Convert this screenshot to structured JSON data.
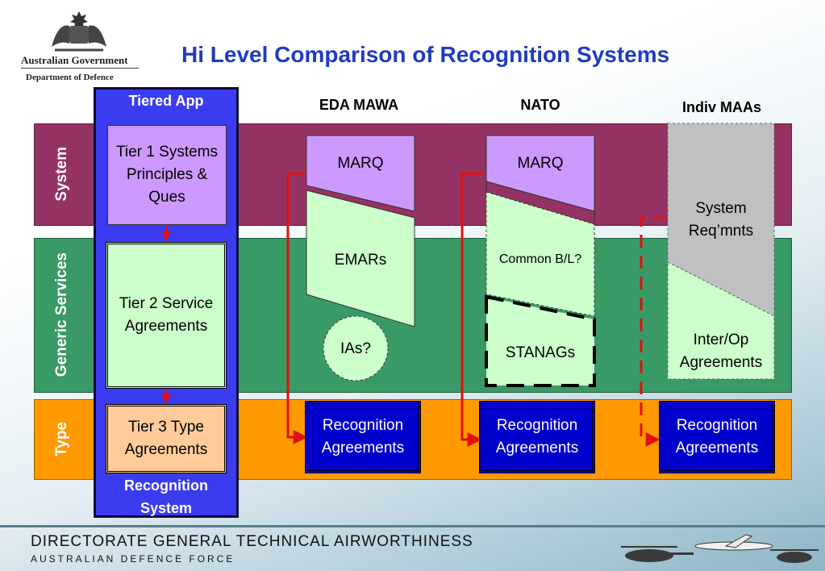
{
  "header": {
    "title": "Hi Level Comparison of Recognition Systems",
    "logo_line1": "Australian Government",
    "logo_line2": "Department of Defence"
  },
  "bands": {
    "system": "System",
    "generic": "Generic Services",
    "type": "Type"
  },
  "columns": {
    "tiered": "Tiered App",
    "eda": "EDA MAWA",
    "nato": "NATO",
    "indiv": "Indiv MAAs"
  },
  "tiered": {
    "tier1": "Tier 1 Systems Principles & Ques",
    "tier2": "Tier 2 Service Agreements",
    "tier3": "Tier 3 Type Agreements",
    "footer": "Recognition System"
  },
  "eda": {
    "marq": "MARQ",
    "emars": "EMARs",
    "ias": "IAs?",
    "rec": "Recognition Agreements"
  },
  "nato": {
    "marq": "MARQ",
    "common": "Common B/L?",
    "stanags": "STANAGs",
    "rec": "Recognition Agreements"
  },
  "indiv": {
    "sysreq": "System Req’mnts",
    "interop": "Inter/Op Agreements",
    "rec": "Recognition Agreements"
  },
  "footer": {
    "line1": "DIRECTORATE GENERAL TECHNICAL AIRWORTHINESS",
    "line2": "AUSTRALIAN DEFENCE FORCE"
  },
  "colors": {
    "title": "#1f3cc0",
    "system_band": "#943363",
    "generic_band": "#3a9a66",
    "type_band": "#ff9900",
    "tier_column": "#3b3bef",
    "arrow": "#e01010"
  }
}
